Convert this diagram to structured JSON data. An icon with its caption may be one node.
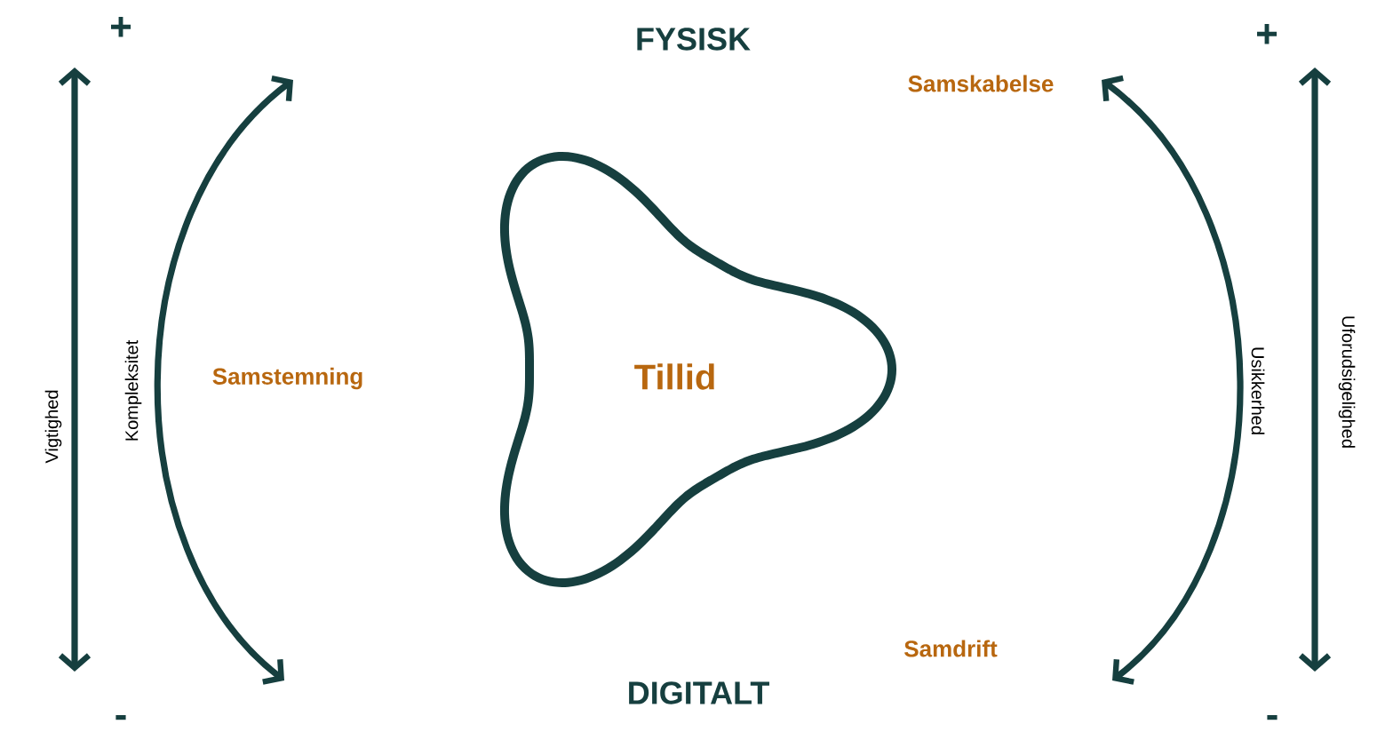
{
  "diagram": {
    "nodes": [
      {
        "text": [
          "Tillid"
        ]
      }
    ],
    "labels": [
      "+",
      "FYSISK",
      "+",
      "Samskabelse",
      "Vigtighed",
      "Kompleksitet",
      "Samstemning",
      "Usikkerhed",
      "Uforudsigelighed",
      "Samdrift",
      "-",
      "DIGITALT",
      "-"
    ]
  }
}
